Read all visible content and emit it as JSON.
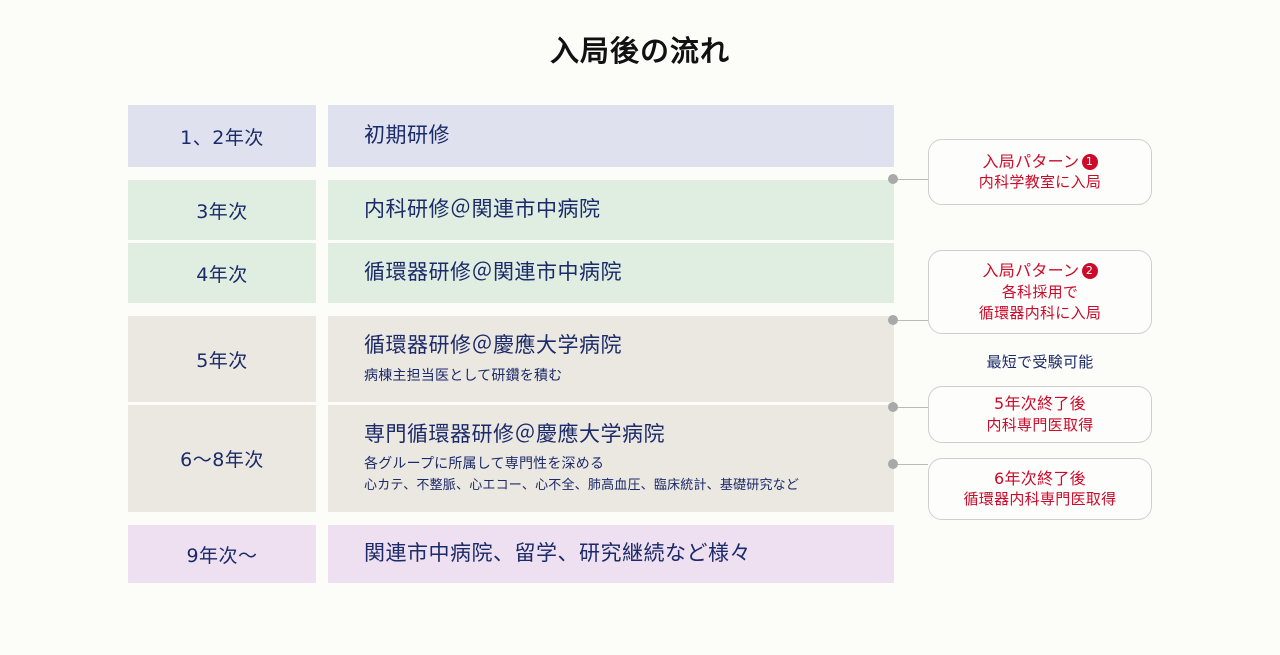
{
  "page": {
    "title": "入局後の流れ",
    "background_color": "#fcfcf8",
    "text_color": "#1b2a68",
    "accent_red": "#cc0a2a"
  },
  "flow": {
    "groups": [
      {
        "color": "#dfe1ef",
        "rows": [
          {
            "year": "1、2年次",
            "head": "初期研修",
            "sub": "",
            "sub2": ""
          }
        ]
      },
      {
        "color": "#dfeee1",
        "rows": [
          {
            "year": "3年次",
            "head": "内科研修＠関連市中病院",
            "sub": "",
            "sub2": ""
          },
          {
            "year": "4年次",
            "head": "循環器研修＠関連市中病院",
            "sub": "",
            "sub2": ""
          }
        ]
      },
      {
        "color": "#ebe7e1",
        "rows": [
          {
            "year": "5年次",
            "head": "循環器研修＠慶應大学病院",
            "sub": "病棟主担当医として研鑽を積む",
            "sub2": ""
          },
          {
            "year": "6〜8年次",
            "head": "専門循環器研修＠慶應大学病院",
            "sub": "各グループに所属して専門性を深める",
            "sub2": "心カテ、不整脈、心エコー、心不全、肺高血圧、臨床統計、基礎研究など"
          }
        ]
      },
      {
        "color": "#eee0f0",
        "rows": [
          {
            "year": "9年次〜",
            "head": "関連市中病院、留学、研究継続など様々",
            "sub": "",
            "sub2": ""
          }
        ]
      }
    ]
  },
  "callouts": [
    {
      "line1": "入局パターン",
      "badge": "1",
      "line2": "内科学教室に入局",
      "line3": ""
    },
    {
      "line1": "入局パターン",
      "badge": "2",
      "line2": "各科採用で",
      "line3": "循環器内科に入局"
    },
    {
      "line1": "5年次終了後",
      "badge": "",
      "line2": "内科専門医取得",
      "line3": ""
    },
    {
      "line1": "6年次終了後",
      "badge": "",
      "line2": "循環器内科専門医取得",
      "line3": ""
    }
  ],
  "notes": {
    "shortest_exam": "最短で受験可能"
  }
}
